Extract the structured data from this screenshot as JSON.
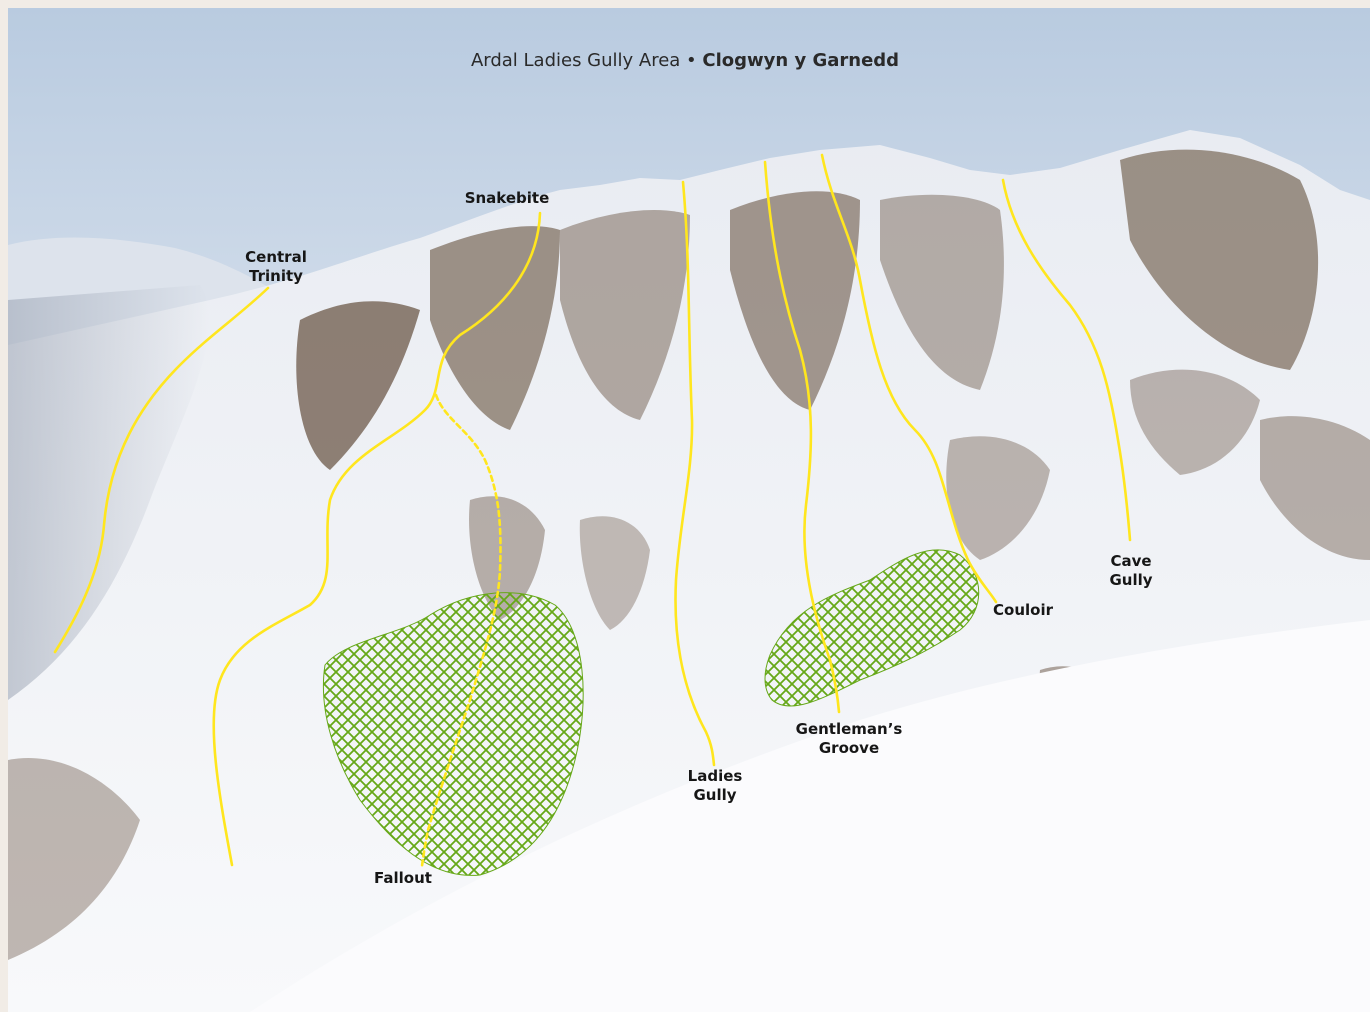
{
  "header": {
    "area": "Ardal Ladies Gully Area",
    "separator": " • ",
    "crag": "Clogwyn y Garnedd"
  },
  "routes": {
    "central_trinity": [
      "Central",
      "Trinity"
    ],
    "snakebite": [
      "Snakebite"
    ],
    "fallout": [
      "Fallout"
    ],
    "ladies_gully": [
      "Ladies",
      "Gully"
    ],
    "gentlemans_groove": [
      "Gentleman’s",
      "Groove"
    ],
    "couloir": [
      "Couloir"
    ],
    "cave_gully": [
      "Cave",
      "Gully"
    ]
  },
  "colors": {
    "route_line": "#ffe61e",
    "hatch": "#66a818",
    "sky_top": "#bccde0",
    "snow": "#f4f5f8",
    "rock": "#6b5746"
  },
  "legend_features": [
    "route-lines",
    "dashed-variation-line",
    "green-hatched-zones"
  ]
}
